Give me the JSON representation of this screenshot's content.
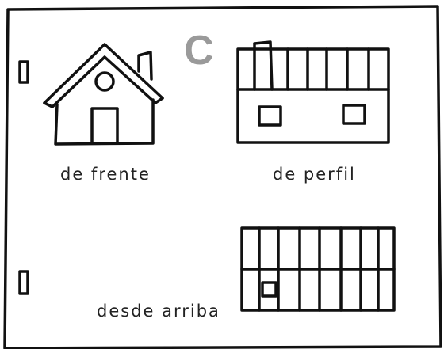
{
  "badge": {
    "letter": "C",
    "color": "#9a9a9a"
  },
  "views": {
    "front": {
      "label": "de frente"
    },
    "side": {
      "label": "de perfil"
    },
    "top": {
      "label": "desde arriba"
    }
  },
  "colors": {
    "ink": "#111111",
    "background": "#ffffff"
  }
}
